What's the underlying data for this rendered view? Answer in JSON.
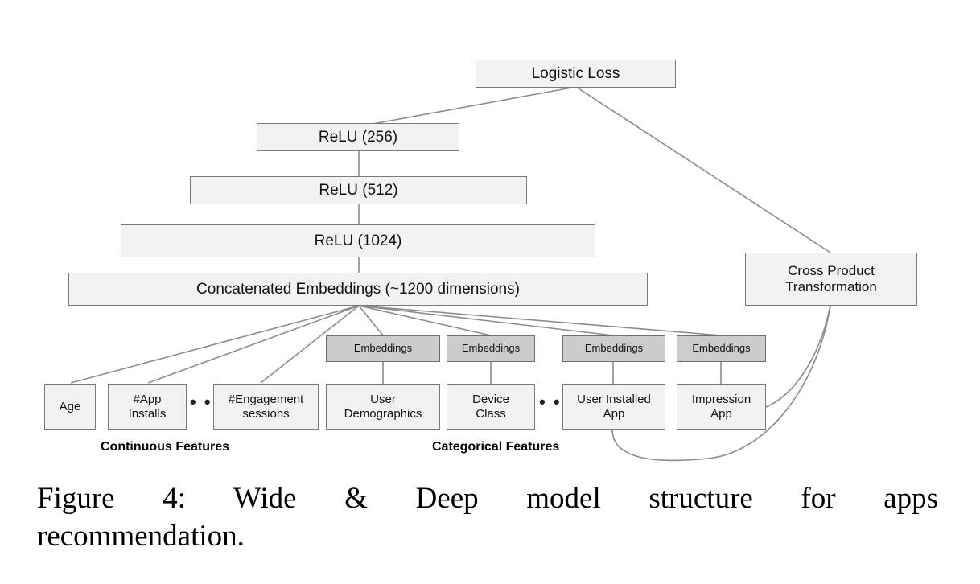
{
  "figure": {
    "caption_line1": "Figure 4:  Wide & Deep model structure for apps",
    "caption_line2": "recommendation."
  },
  "colors": {
    "node_fill": "#f2f2f2",
    "node_border": "#7a7a7a",
    "embedding_fill": "#cccccc",
    "edge": "#8c8c8c",
    "text": "#111111"
  },
  "diagram": {
    "type": "neural-network-architecture",
    "output_node": {
      "label": "Logistic Loss"
    },
    "deep_stack": [
      {
        "label": "ReLU (256)"
      },
      {
        "label": "ReLU (512)"
      },
      {
        "label": "ReLU (1024)"
      },
      {
        "label": "Concatenated Embeddings (~1200 dimensions)"
      }
    ],
    "wide_node": {
      "label": "Cross Product\nTransformation"
    },
    "embedding_label": "Embeddings",
    "embeddings": [
      {
        "label": "Embeddings"
      },
      {
        "label": "Embeddings"
      },
      {
        "label": "Embeddings"
      },
      {
        "label": "Embeddings"
      }
    ],
    "continuous_features": [
      {
        "label": "Age"
      },
      {
        "label": "#App\nInstalls"
      },
      {
        "label": "#Engagement\nsessions"
      }
    ],
    "categorical_features": [
      {
        "label": "User\nDemographics"
      },
      {
        "label": "Device\nClass"
      },
      {
        "label": "User Installed\nApp"
      },
      {
        "label": "Impression\nApp"
      }
    ],
    "group_labels": {
      "continuous": "Continuous Features",
      "categorical": "Categorical Features"
    },
    "ellipsis": "• • •",
    "ellipsis_glyph": "..."
  }
}
